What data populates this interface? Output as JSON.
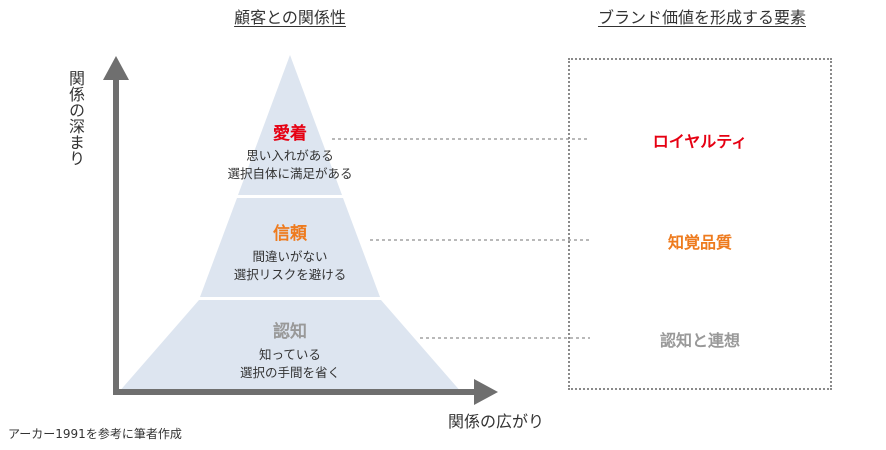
{
  "headers": {
    "left": "顧客との関係性",
    "right": "ブランド価値を形成する要素"
  },
  "axes": {
    "y": "関係の深まり",
    "x": "関係の広がり"
  },
  "levels": [
    {
      "title": "愛着",
      "desc1": "思い入れがある",
      "desc2": "選択自体に満足がある",
      "color": "#e60012"
    },
    {
      "title": "信頼",
      "desc1": "間違いがない",
      "desc2": "選択リスクを避ける",
      "color": "#ee7b1e"
    },
    {
      "title": "認知",
      "desc1": "知っている",
      "desc2": "選択の手間を省く",
      "color": "#999999"
    }
  ],
  "elements": [
    {
      "label": "ロイヤルティ",
      "color": "#e60012"
    },
    {
      "label": "知覚品質",
      "color": "#ee7b1e"
    },
    {
      "label": "認知と連想",
      "color": "#999999"
    }
  ],
  "note": "アーカー1991を参考に筆者作成",
  "colors": {
    "pyramid_fill": "#dde5f0",
    "axis": "#6f6f6f",
    "connector": "#b9b9b9"
  }
}
